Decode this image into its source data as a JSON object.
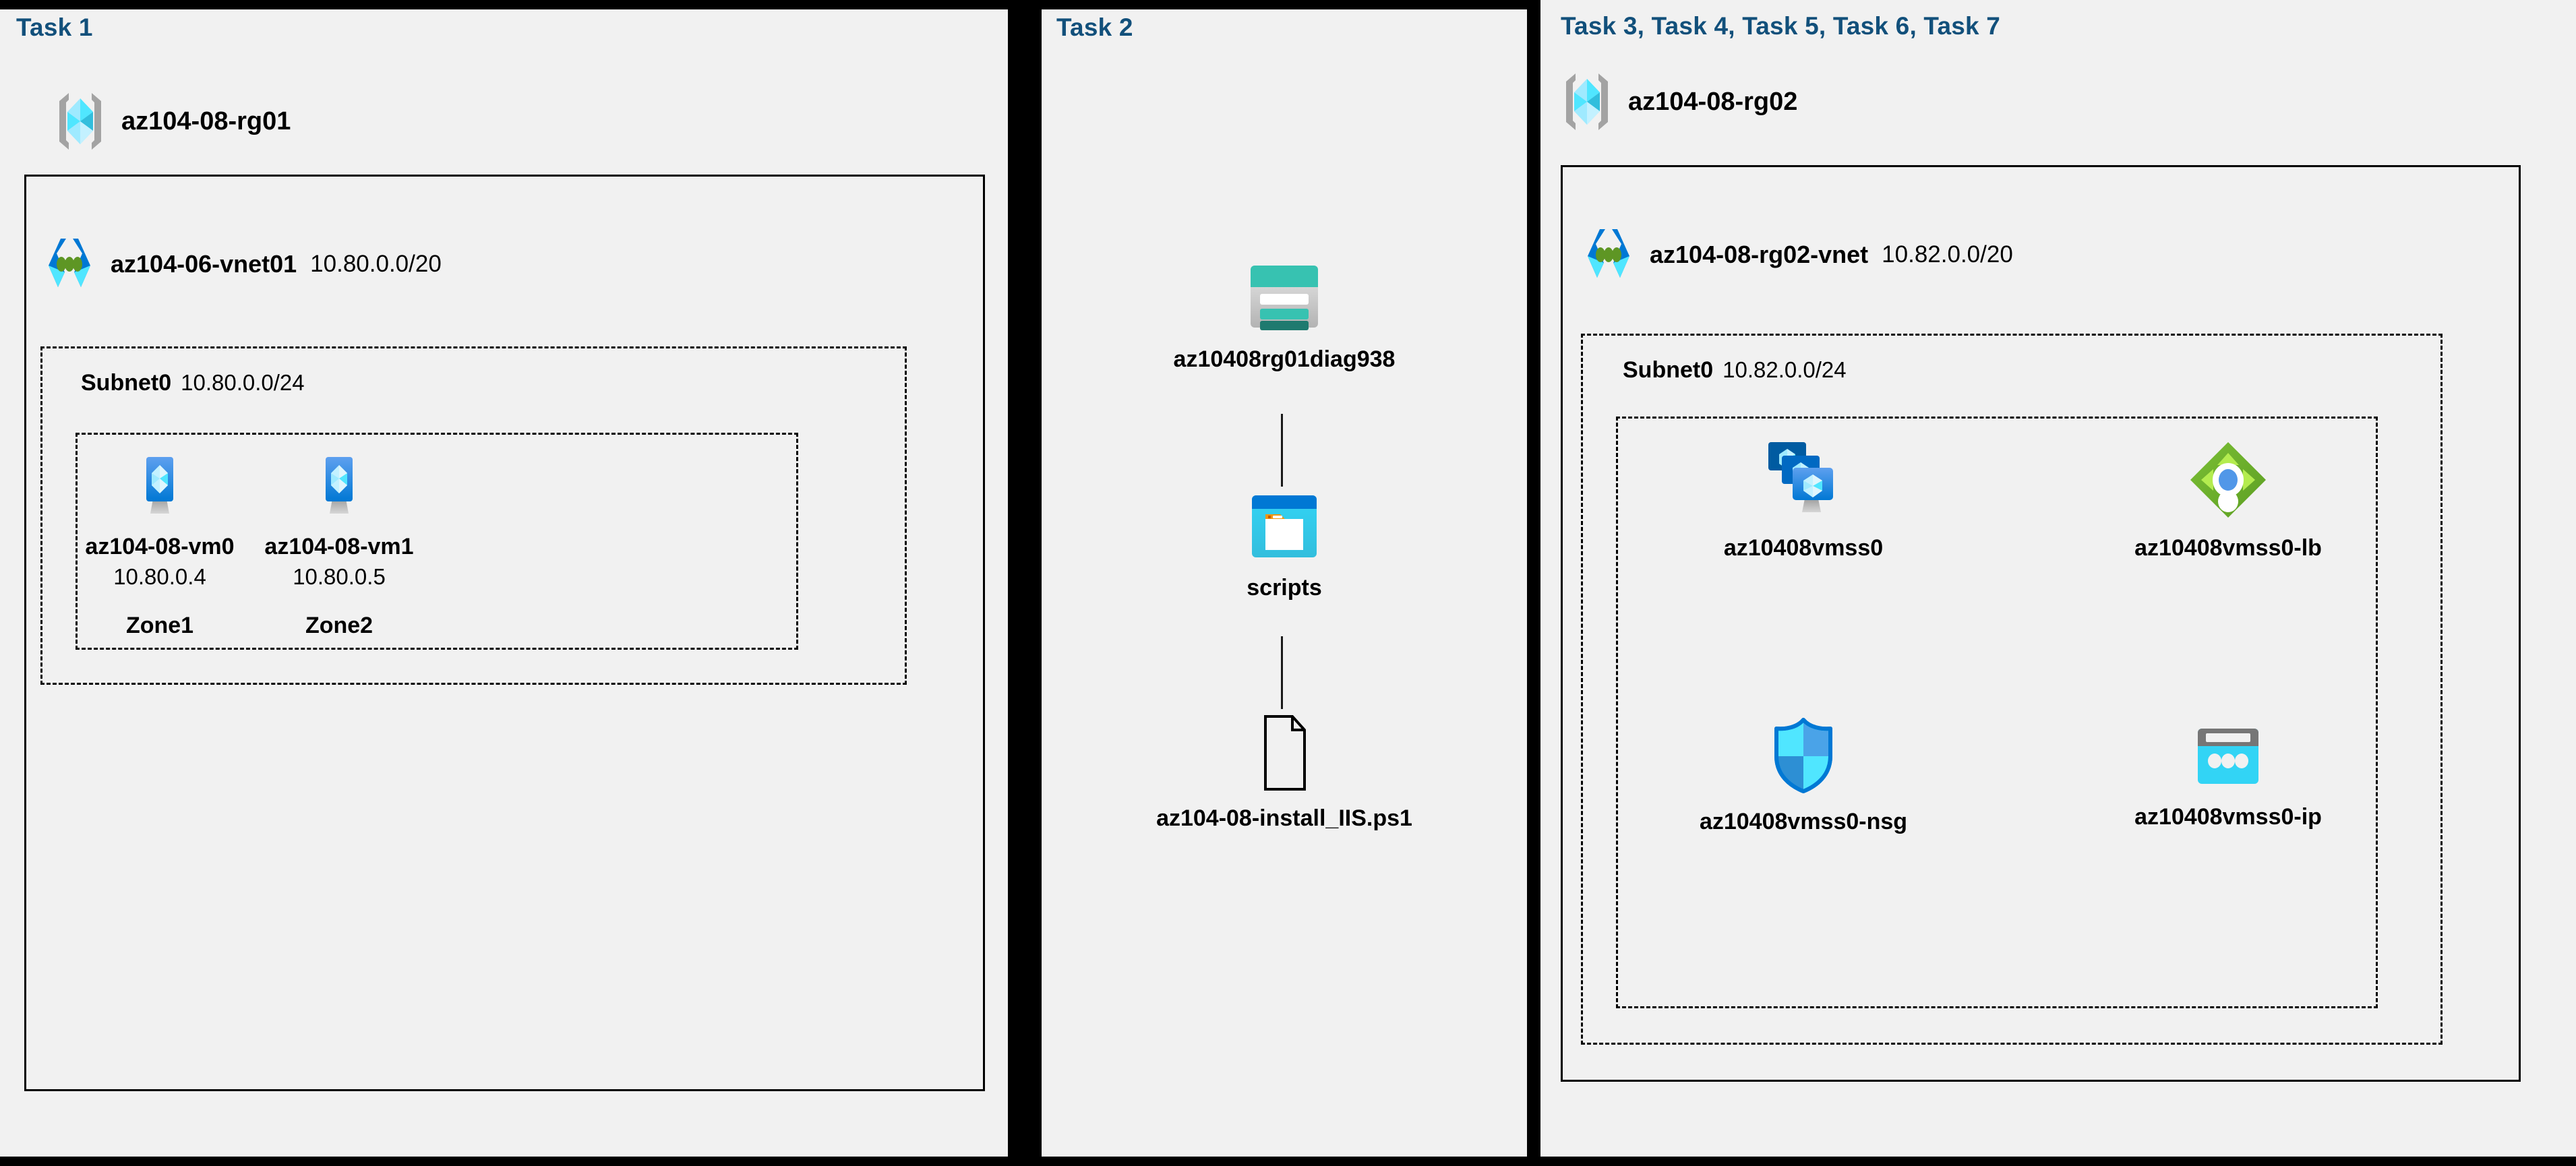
{
  "panels": [
    {
      "id": "task1",
      "task_label": "Task 1",
      "resource_group": {
        "name": "az104-08-rg01",
        "icon": "resource-group-icon"
      },
      "vnet": {
        "name": "az104-06-vnet01",
        "cidr": "10.80.0.0/20",
        "icon": "virtual-network-icon"
      },
      "subnet": {
        "name": "Subnet0",
        "cidr": "10.80.0.0/24"
      },
      "vms": [
        {
          "name": "az104-08-vm0",
          "ip": "10.80.0.4",
          "zone": "Zone1",
          "icon": "virtual-machine-icon"
        },
        {
          "name": "az104-08-vm1",
          "ip": "10.80.0.5",
          "zone": "Zone2",
          "icon": "virtual-machine-icon"
        }
      ]
    },
    {
      "id": "task2",
      "task_label": "Task 2",
      "items": [
        {
          "name": "az10408rg01diag938",
          "icon": "storage-account-icon"
        },
        {
          "name": "scripts",
          "icon": "blob-container-icon"
        },
        {
          "name": "az104-08-install_IIS.ps1",
          "icon": "script-file-icon"
        }
      ]
    },
    {
      "id": "task3",
      "task_label": "Task 3, Task 4, Task 5, Task 6, Task 7",
      "resource_group": {
        "name": "az104-08-rg02",
        "icon": "resource-group-icon"
      },
      "vnet": {
        "name": "az104-08-rg02-vnet",
        "cidr": "10.82.0.0/20",
        "icon": "virtual-network-icon"
      },
      "subnet": {
        "name": "Subnet0",
        "cidr": "10.82.0.0/24"
      },
      "resources": [
        {
          "name": "az10408vmss0",
          "icon": "vm-scale-set-icon"
        },
        {
          "name": "az10408vmss0-lb",
          "icon": "load-balancer-icon"
        },
        {
          "name": "az10408vmss0-nsg",
          "icon": "network-security-group-icon"
        },
        {
          "name": "az10408vmss0-ip",
          "icon": "public-ip-address-icon"
        }
      ]
    }
  ],
  "colors": {
    "task_label": "#12507b",
    "panel_background": "#f1f1f1",
    "divider": "#000000",
    "azure_blue": "#0078d4",
    "azure_cyan": "#50e6ff",
    "storage_teal": "#37c2b1",
    "storage_teal_dark": "#1f7a6f",
    "lb_green": "#6bb32e",
    "lb_green_light": "#b4ec4f"
  }
}
